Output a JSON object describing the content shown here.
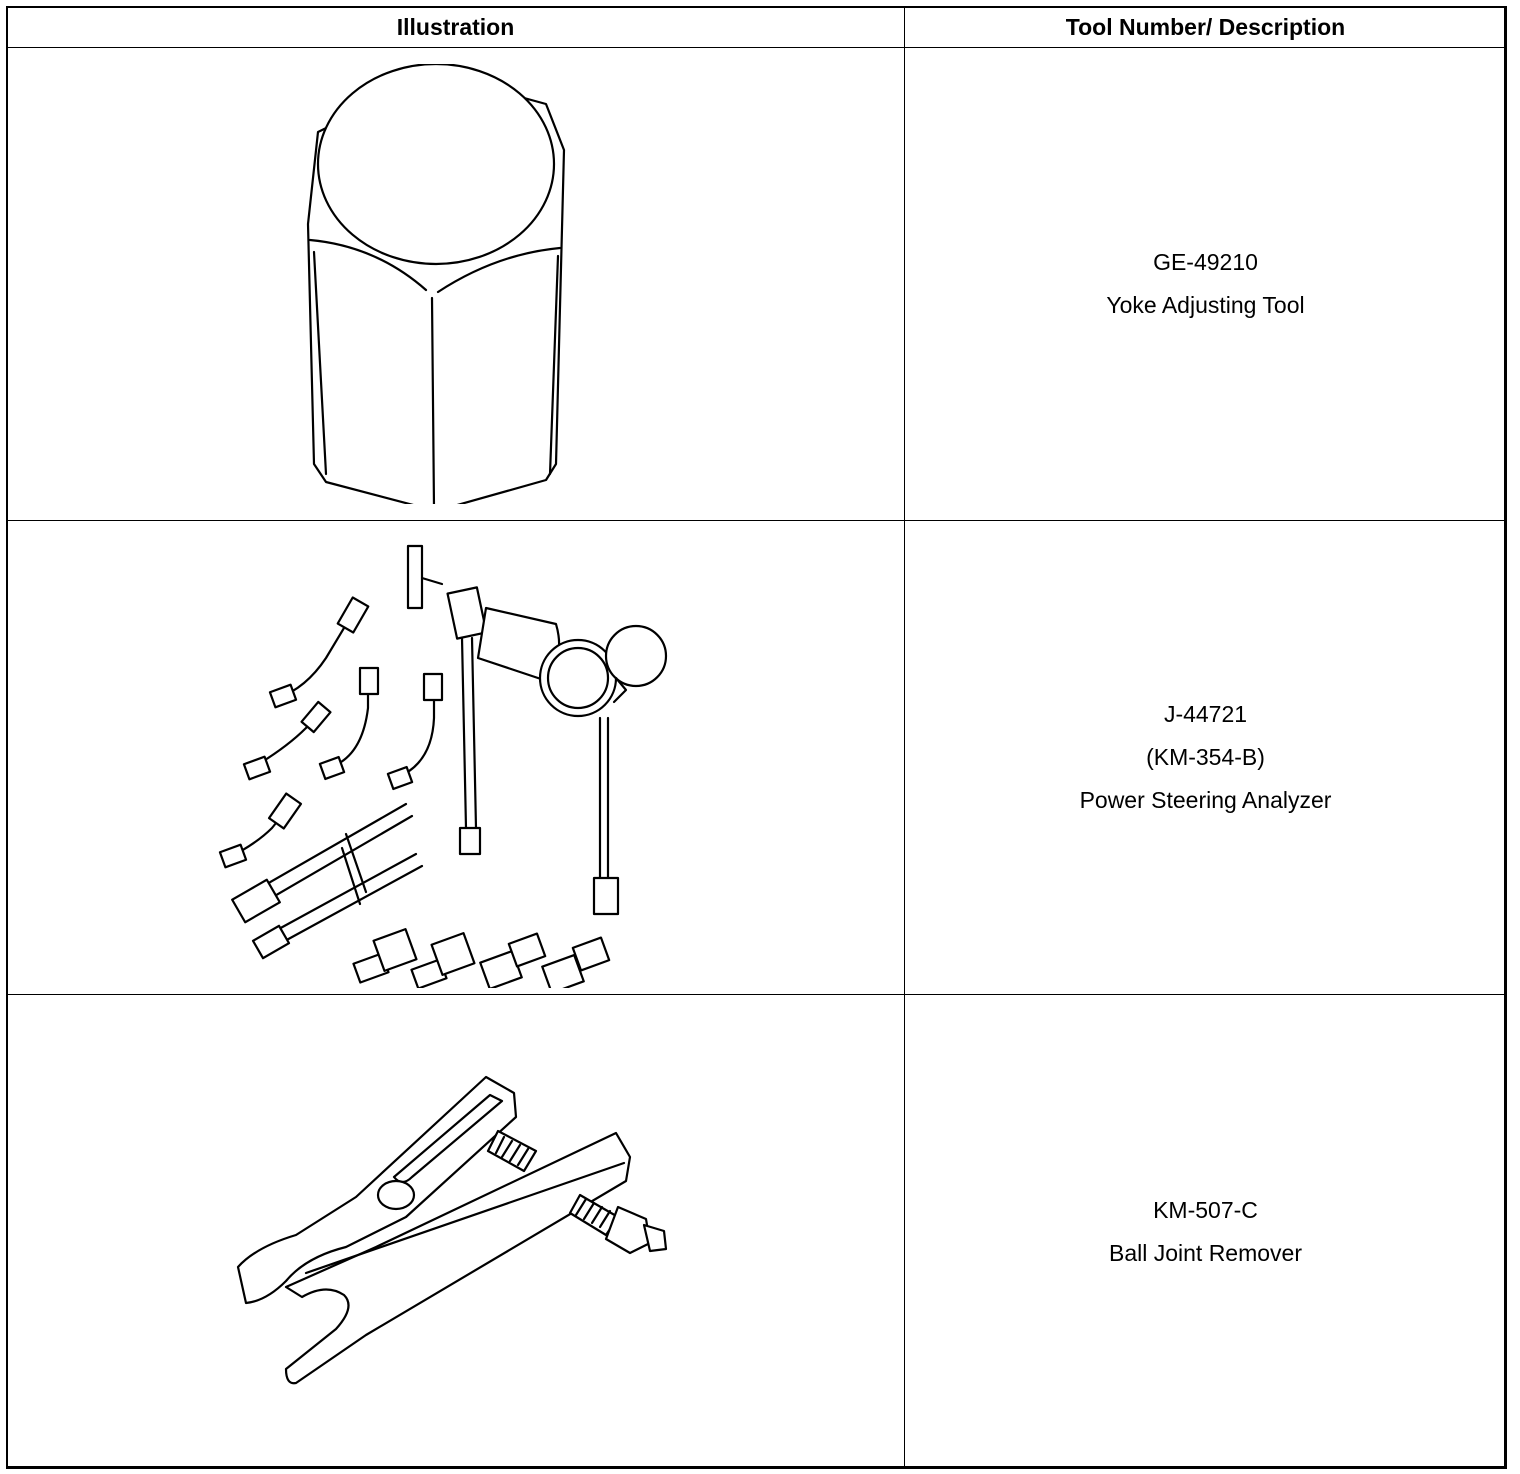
{
  "table": {
    "headers": {
      "illustration": "Illustration",
      "description": "Tool Number/ Description"
    },
    "rows": [
      {
        "illustration_icon": "yoke-adjusting-socket-drawing",
        "lines": [
          "GE-49210",
          "Yoke Adjusting Tool"
        ]
      },
      {
        "illustration_icon": "power-steering-analyzer-kit-drawing",
        "lines": [
          "J-44721",
          "(KM-354-B)",
          "Power Steering Analyzer"
        ]
      },
      {
        "illustration_icon": "ball-joint-remover-drawing",
        "lines": [
          "KM-507-C",
          "Ball Joint Remover"
        ]
      }
    ]
  }
}
